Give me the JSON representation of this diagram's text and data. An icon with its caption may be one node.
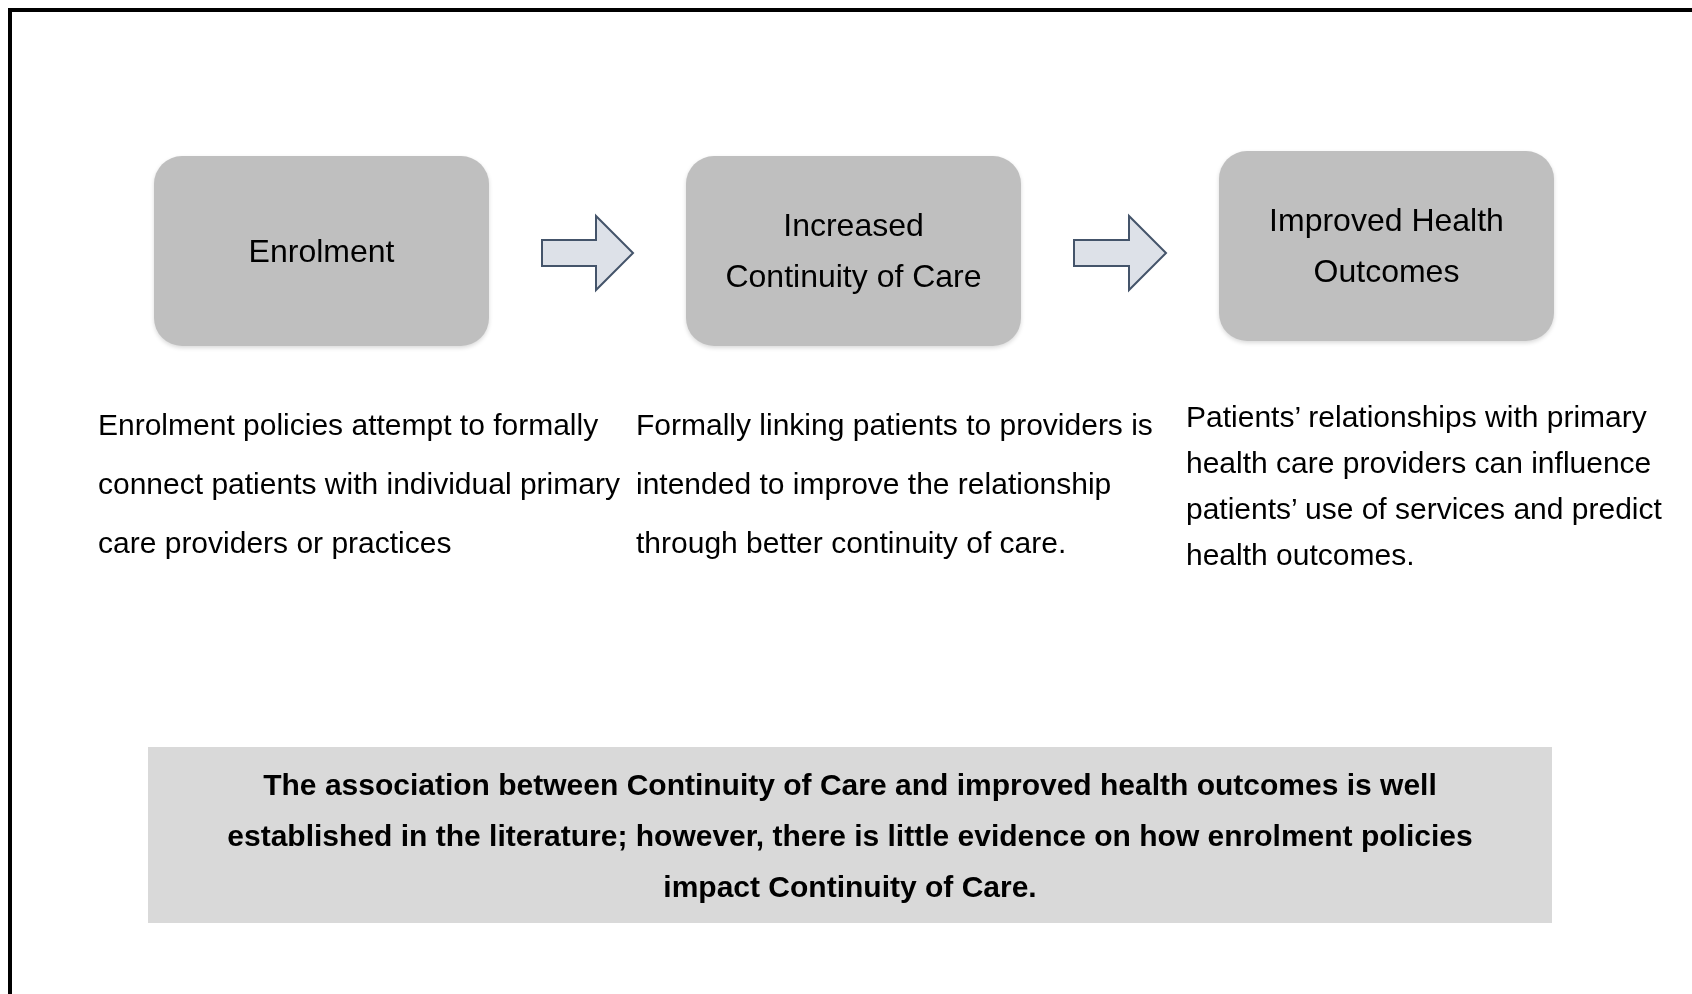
{
  "diagram": {
    "nodes": [
      {
        "text": [
          "Enrolment"
        ],
        "beside": [
          "Enrolment policies attempt to formally connect patients with individual primary care providers or practices"
        ]
      },
      {
        "text": [
          "Increased Continuity of Care"
        ],
        "beside": [
          "Formally linking patients to providers is intended to improve the relationship through better continuity of care."
        ]
      },
      {
        "text": [
          "Improved Health Outcomes"
        ],
        "beside": [
          "Patients’ relationships with primary health care providers can influence patients’ use of services and predict health outcomes."
        ]
      },
      {
        "text": [
          "The association between Continuity of Care and improved health outcomes is well established in the literature; however, there is little evidence on how enrolment policies impact Continuity of Care."
        ]
      }
    ],
    "edges": [
      {
        "from": 0,
        "to": 1,
        "arrow": "to"
      },
      {
        "from": 1,
        "to": 2,
        "arrow": "to"
      }
    ]
  }
}
